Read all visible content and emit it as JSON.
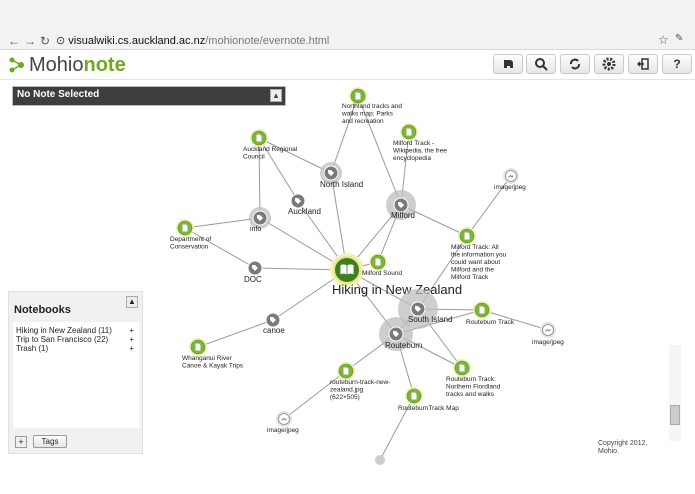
{
  "browser": {
    "back": "←",
    "forward": "→",
    "reload": "↻",
    "url_host": "visualwiki.cs.auckland.ac.nz",
    "url_path": "/mohionote/evernote.html",
    "star": "☆",
    "wrench": "🔧"
  },
  "app": {
    "logo_a": "Mohio",
    "logo_b": "note",
    "toolbar": {
      "evernote_icon": "elephant-icon",
      "search_icon": "magnifier-icon",
      "sync_icon": "sync-icon",
      "settings_icon": "gear-icon",
      "logout_icon": "exit-icon",
      "help_label": "?"
    }
  },
  "note_panel": {
    "title": "No Note Selected",
    "caret": "▲"
  },
  "notebooks": {
    "heading": "Notebooks",
    "collapse": "▲",
    "items": [
      {
        "label": "Hiking in New Zealand (11)",
        "add": "+"
      },
      {
        "label": "Trip to San Francisco (22)",
        "add": "+"
      },
      {
        "label": "Trash (1)",
        "add": "+"
      }
    ],
    "add_button": "+",
    "tags_button": "Tags"
  },
  "graph": {
    "center": "Hiking in New Zealand",
    "tags": {
      "north_island": "North Island",
      "auckland": "Auckland",
      "info": "info",
      "doc": "DOC",
      "milford": "Milford",
      "canoe": "canoe",
      "south_island": "South Island",
      "routeburn": "Routeburn"
    },
    "notes": {
      "northland": [
        "Northland tracks and",
        "walks map: Parks",
        "and recreation"
      ],
      "arc": [
        "Auckland Regional",
        "Council"
      ],
      "milford_wiki": [
        "Milford Track -",
        "Wikipedia, the free",
        "encyclopedia"
      ],
      "doc_cons": [
        "Department of",
        "Conservation"
      ],
      "milford_sound": [
        "Milford Sound"
      ],
      "milford_info": [
        "Milford Track: All",
        "the information you",
        "could want about",
        "Milford and the",
        "Milford Track"
      ],
      "whanganui": [
        "Whanganui River",
        "Canoe & Kayak Trips"
      ],
      "routeburn_track": [
        "Routeburn Track"
      ],
      "routeburn_jpg": [
        "routeburn-track-new-",
        "zealand.jpg",
        "(622×505)"
      ],
      "routeburn_northern": [
        "Routeburn Track:",
        "Northern Fiordland",
        "tracks and walks"
      ],
      "routeburn_map": [
        "RouteburnTrack Map"
      ]
    },
    "images": {
      "img1": "image/jpeg",
      "img2": "image/jpeg",
      "img3": "image/jpeg"
    }
  },
  "copyright": [
    "Copyright 2012,",
    "Mohio."
  ],
  "colors": {
    "note_green": "#7cb342",
    "tag_gray": "#777777",
    "brand": "#6fa821"
  }
}
